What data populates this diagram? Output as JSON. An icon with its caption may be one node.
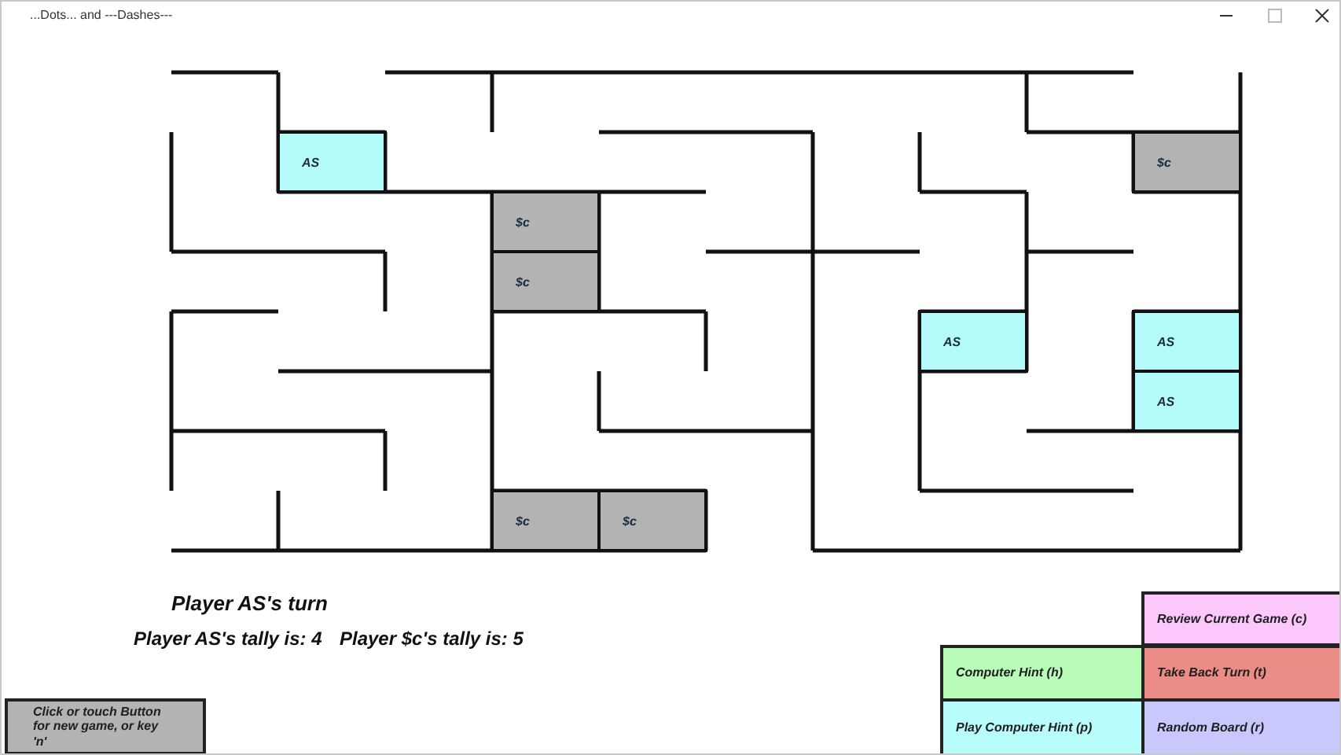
{
  "diagram": {
    "title": "...Dots... and ---Dashes---",
    "nodes": [
      {
        "text": [
          "AS"
        ]
      },
      {
        "text": [
          "$c"
        ]
      },
      {
        "text": [
          "$c"
        ]
      },
      {
        "text": [
          "$c"
        ]
      },
      {
        "text": [
          "AS"
        ]
      },
      {
        "text": [
          "AS"
        ]
      },
      {
        "text": [
          "AS"
        ]
      },
      {
        "text": [
          "$c"
        ]
      },
      {
        "text": [
          "$c"
        ]
      },
      {
        "text": [
          "Review Current Game (c)"
        ]
      },
      {
        "text": [
          "Computer Hint (h)"
        ]
      },
      {
        "text": [
          "Take Back Turn (t)"
        ]
      },
      {
        "text": [
          "Play Computer Hint (p)"
        ]
      },
      {
        "text": [
          "Random Board (r)"
        ]
      },
      {
        "text": [
          "Click or touch Button for new game, or key 'n'"
        ]
      }
    ],
    "labels": [
      "Player AS's turn",
      "Player AS's tally is: 4",
      "Player $c's tally is: 5"
    ]
  }
}
